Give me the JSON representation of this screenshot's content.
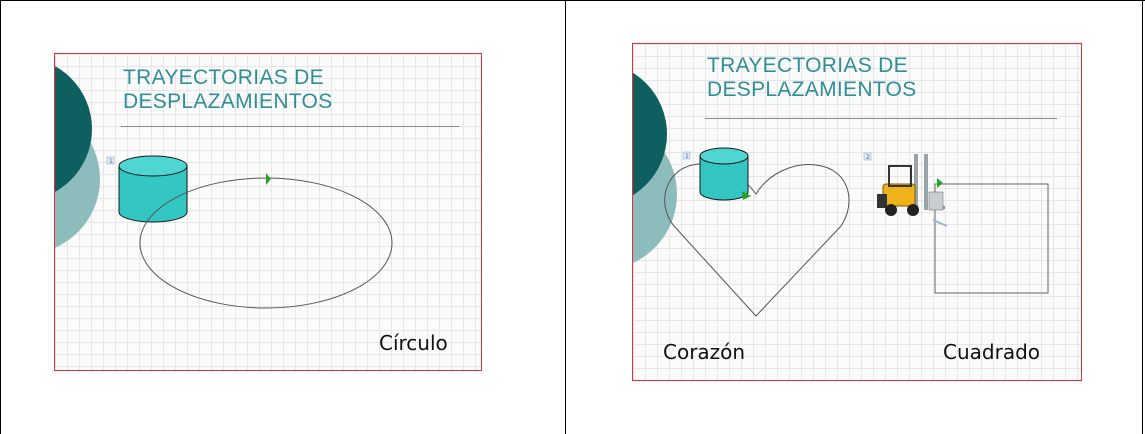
{
  "slides": [
    {
      "title_line1": "TRAYECTORIAS DE",
      "title_line2": "DESPLAZAMIENTOS",
      "captions": [
        "Círculo"
      ],
      "marker_label": "1"
    },
    {
      "title_line1": "TRAYECTORIAS DE",
      "title_line2": "DESPLAZAMIENTOS",
      "captions": [
        "Corazón",
        "Cuadrado"
      ],
      "marker_labels": [
        "1",
        "2"
      ]
    }
  ],
  "colors": {
    "accent_teal": "#2f8e97",
    "dark_teal": "#0e5f5f",
    "light_teal": "#8dbcbc",
    "cylinder": "#33c6c3",
    "slide_border": "#e0303a",
    "path_marker": "#2aa02a"
  },
  "icons": [
    "cylinder-icon",
    "forklift-icon",
    "path-start-marker-icon"
  ]
}
